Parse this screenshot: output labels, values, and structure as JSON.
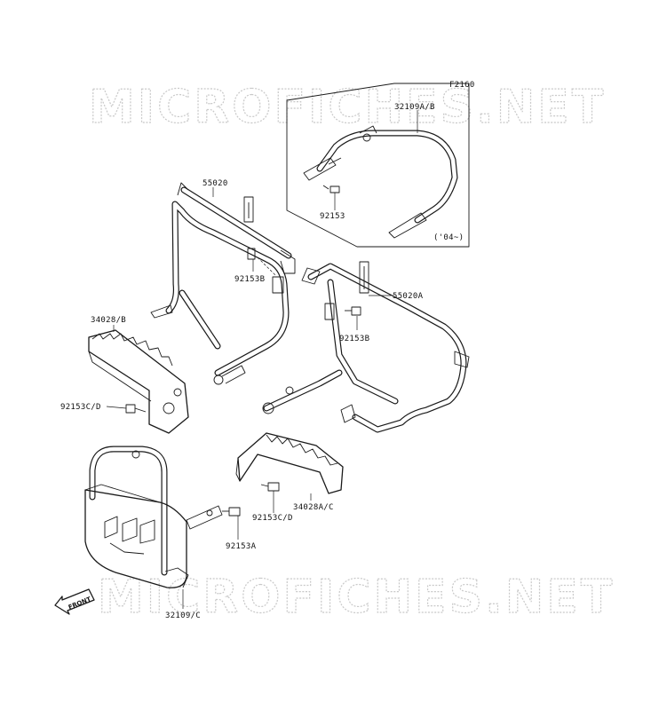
{
  "diagram": {
    "code": "F2160",
    "watermark": "MICROFICHES.NET",
    "front_label": "FRONT",
    "inset_note": "('04~)",
    "callouts": [
      {
        "id": "callout-32109ab",
        "text": "32109A/B"
      },
      {
        "id": "callout-92153-inset",
        "text": "92153"
      },
      {
        "id": "callout-55020",
        "text": "55020"
      },
      {
        "id": "callout-92153b-left",
        "text": "92153B"
      },
      {
        "id": "callout-34028b",
        "text": "34028/B"
      },
      {
        "id": "callout-92153cd-left",
        "text": "92153C/D"
      },
      {
        "id": "callout-55020a",
        "text": "55020A"
      },
      {
        "id": "callout-92153b-right",
        "text": "92153B"
      },
      {
        "id": "callout-34028ac",
        "text": "34028A/C"
      },
      {
        "id": "callout-92153cd-right",
        "text": "92153C/D"
      },
      {
        "id": "callout-92153a",
        "text": "92153A"
      },
      {
        "id": "callout-32109c",
        "text": "32109/C"
      }
    ]
  }
}
